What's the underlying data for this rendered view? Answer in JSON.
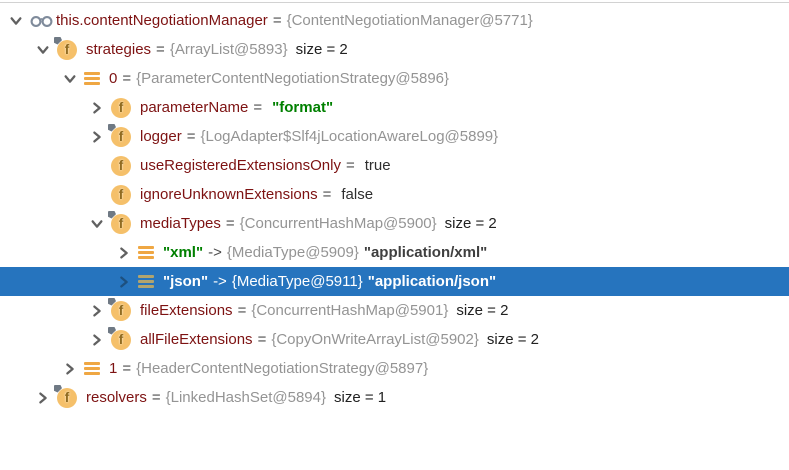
{
  "ui": {
    "selection_color": "#2674BE",
    "variable_name_color": "#7D1212",
    "type_reference_color": "#949494",
    "string_value_color": "#008000",
    "field_icon_color": "#F5C06A",
    "array_icon_color": "#EFA743",
    "selected_text_color": "#FFFFFF"
  },
  "icons": {
    "field_letter": "f"
  },
  "tree": {
    "rows": [
      {
        "level": 0,
        "expander": "down",
        "icon": "watch",
        "name": "this.contentNegotiationManager",
        "name_kind": "var",
        "sep": "=",
        "type": "{ContentNegotiationManager@5771}",
        "value": "",
        "value_kind": "",
        "size": "",
        "selected": false
      },
      {
        "level": 1,
        "expander": "down",
        "icon": "field-final",
        "name": "strategies",
        "name_kind": "var",
        "sep": "=",
        "type": "{ArrayList@5893}",
        "value": "",
        "value_kind": "",
        "size": "size = 2",
        "selected": false
      },
      {
        "level": 2,
        "expander": "down",
        "icon": "array-item",
        "name": "0",
        "name_kind": "var",
        "sep": "=",
        "type": "{ParameterContentNegotiationStrategy@5896}",
        "value": "",
        "value_kind": "",
        "size": "",
        "selected": false
      },
      {
        "level": 3,
        "expander": "right",
        "icon": "field",
        "name": "parameterName",
        "name_kind": "var",
        "sep": "=",
        "type": "",
        "value": "\"format\"",
        "value_kind": "string",
        "size": "",
        "selected": false
      },
      {
        "level": 3,
        "expander": "right",
        "icon": "field-final",
        "name": "logger",
        "name_kind": "var",
        "sep": "=",
        "type": "{LogAdapter$Slf4jLocationAwareLog@5899}",
        "value": "",
        "value_kind": "",
        "size": "",
        "selected": false
      },
      {
        "level": 3,
        "expander": "none",
        "icon": "field",
        "name": "useRegisteredExtensionsOnly",
        "name_kind": "var",
        "sep": "=",
        "type": "",
        "value": "true",
        "value_kind": "plain",
        "size": "",
        "selected": false
      },
      {
        "level": 3,
        "expander": "none",
        "icon": "field",
        "name": "ignoreUnknownExtensions",
        "name_kind": "var",
        "sep": "=",
        "type": "",
        "value": "false",
        "value_kind": "plain",
        "size": "",
        "selected": false
      },
      {
        "level": 3,
        "expander": "down",
        "icon": "field-final",
        "name": "mediaTypes",
        "name_kind": "var",
        "sep": "=",
        "type": "{ConcurrentHashMap@5900}",
        "value": "",
        "value_kind": "",
        "size": "size = 2",
        "selected": false
      },
      {
        "level": 4,
        "expander": "right",
        "icon": "array-item",
        "name": "\"xml\"",
        "name_kind": "key",
        "sep": "->",
        "type": "{MediaType@5909}",
        "value": "\"application/xml\"",
        "value_kind": "tostring",
        "size": "",
        "selected": false
      },
      {
        "level": 4,
        "expander": "right",
        "icon": "array-item",
        "name": "\"json\"",
        "name_kind": "key",
        "sep": "->",
        "type": "{MediaType@5911}",
        "value": "\"application/json\"",
        "value_kind": "tostring",
        "size": "",
        "selected": true
      },
      {
        "level": 3,
        "expander": "right",
        "icon": "field-final",
        "name": "fileExtensions",
        "name_kind": "var",
        "sep": "=",
        "type": "{ConcurrentHashMap@5901}",
        "value": "",
        "value_kind": "",
        "size": "size = 2",
        "selected": false
      },
      {
        "level": 3,
        "expander": "right",
        "icon": "field-final",
        "name": "allFileExtensions",
        "name_kind": "var",
        "sep": "=",
        "type": "{CopyOnWriteArrayList@5902}",
        "value": "",
        "value_kind": "",
        "size": "size = 2",
        "selected": false
      },
      {
        "level": 2,
        "expander": "right",
        "icon": "array-item",
        "name": "1",
        "name_kind": "var",
        "sep": "=",
        "type": "{HeaderContentNegotiationStrategy@5897}",
        "value": "",
        "value_kind": "",
        "size": "",
        "selected": false
      },
      {
        "level": 1,
        "expander": "right",
        "icon": "field-final",
        "name": "resolvers",
        "name_kind": "var",
        "sep": "=",
        "type": "{LinkedHashSet@5894}",
        "value": "",
        "value_kind": "",
        "size": "size = 1",
        "selected": false
      }
    ]
  }
}
